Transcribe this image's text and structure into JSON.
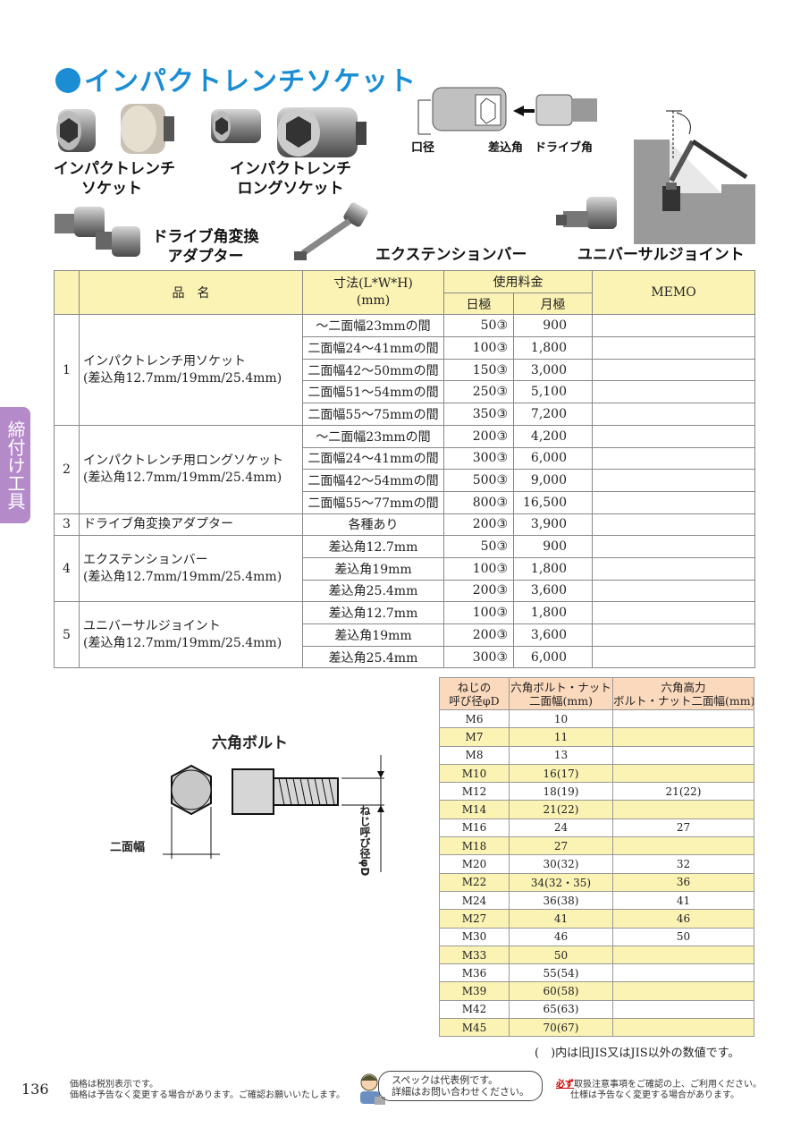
{
  "title": "インパクトレンチソケット",
  "captions": {
    "socket": [
      "インパクトレンチ",
      "ソケット"
    ],
    "long_socket": [
      "インパクトレンチ",
      "ロングソケット"
    ],
    "adapter": [
      "ドライブ角変換",
      "アダプター"
    ],
    "extension": "エクステンションバー",
    "universal": "ユニバーサルジョイント",
    "diagram_mouth": "口径",
    "diagram_insert": "差込角",
    "diagram_drive": "ドライブ角"
  },
  "side_tab": "締付け工具",
  "main_table": {
    "headers": {
      "name": "品　名",
      "dim": "寸法(L*W*H)",
      "dim_unit": "(mm)",
      "fee": "使用料金",
      "daily": "日極",
      "monthly": "月極",
      "memo": "MEMO"
    },
    "groups": [
      {
        "no": "1",
        "name": [
          "インパクトレンチ用ソケット",
          "(差込角12.7mm/19mm/25.4mm)"
        ],
        "rows": [
          {
            "dim": "～二面幅23mmの間",
            "daily": "50③",
            "monthly": "900"
          },
          {
            "dim": "二面幅24～41mmの間",
            "daily": "100③",
            "monthly": "1,800"
          },
          {
            "dim": "二面幅42～50mmの間",
            "daily": "150③",
            "monthly": "3,000"
          },
          {
            "dim": "二面幅51～54mmの間",
            "daily": "250③",
            "monthly": "5,100"
          },
          {
            "dim": "二面幅55～75mmの間",
            "daily": "350③",
            "monthly": "7,200"
          }
        ]
      },
      {
        "no": "2",
        "name": [
          "インパクトレンチ用ロングソケット",
          "(差込角12.7mm/19mm/25.4mm)"
        ],
        "rows": [
          {
            "dim": "～二面幅23mmの間",
            "daily": "200③",
            "monthly": "4,200"
          },
          {
            "dim": "二面幅24～41mmの間",
            "daily": "300③",
            "monthly": "6,000"
          },
          {
            "dim": "二面幅42～54mmの間",
            "daily": "500③",
            "monthly": "9,000"
          },
          {
            "dim": "二面幅55～77mmの間",
            "daily": "800③",
            "monthly": "16,500"
          }
        ]
      },
      {
        "no": "3",
        "name": [
          "ドライブ角変換アダプター"
        ],
        "rows": [
          {
            "dim": "各種あり",
            "daily": "200③",
            "monthly": "3,900"
          }
        ]
      },
      {
        "no": "4",
        "name": [
          "エクステンションバー",
          "(差込角12.7mm/19mm/25.4mm)"
        ],
        "rows": [
          {
            "dim": "差込角12.7mm",
            "daily": "50③",
            "monthly": "900"
          },
          {
            "dim": "差込角19mm",
            "daily": "100③",
            "monthly": "1,800"
          },
          {
            "dim": "差込角25.4mm",
            "daily": "200③",
            "monthly": "3,600"
          }
        ]
      },
      {
        "no": "5",
        "name": [
          "ユニバーサルジョイント",
          "(差込角12.7mm/19mm/25.4mm)"
        ],
        "rows": [
          {
            "dim": "差込角12.7mm",
            "daily": "100③",
            "monthly": "1,800"
          },
          {
            "dim": "差込角19mm",
            "daily": "200③",
            "monthly": "3,600"
          },
          {
            "dim": "差込角25.4mm",
            "daily": "300③",
            "monthly": "6,000"
          }
        ]
      }
    ]
  },
  "bolt_table": {
    "headers": [
      [
        "ねじの",
        "呼び径φD"
      ],
      [
        "六角ボルト・ナット",
        "二面幅(mm)"
      ],
      [
        "六角高力",
        "ボルト・ナット二面幅(mm)"
      ]
    ],
    "rows": [
      [
        "M6",
        "10",
        ""
      ],
      [
        "M7",
        "11",
        ""
      ],
      [
        "M8",
        "13",
        ""
      ],
      [
        "M10",
        "16(17)",
        ""
      ],
      [
        "M12",
        "18(19)",
        "21(22)"
      ],
      [
        "M14",
        "21(22)",
        ""
      ],
      [
        "M16",
        "24",
        "27"
      ],
      [
        "M18",
        "27",
        ""
      ],
      [
        "M20",
        "30(32)",
        "32"
      ],
      [
        "M22",
        "34(32・35)",
        "36"
      ],
      [
        "M24",
        "36(38)",
        "41"
      ],
      [
        "M27",
        "41",
        "46"
      ],
      [
        "M30",
        "46",
        "50"
      ],
      [
        "M33",
        "50",
        ""
      ],
      [
        "M36",
        "55(54)",
        ""
      ],
      [
        "M39",
        "60(58)",
        ""
      ],
      [
        "M42",
        "65(63)",
        ""
      ],
      [
        "M45",
        "70(67)",
        ""
      ]
    ],
    "note": "(　)内は旧JIS又はJIS以外の数値です。"
  },
  "bolt_diagram": {
    "title": "六角ボルト",
    "width_label": "二面幅",
    "dia_label": "ねじ呼び径φD"
  },
  "footer": {
    "page": "136",
    "left": [
      "価格は税別表示です。",
      "価格は予告なく変更する場合があります。ご確認お願いいたします。"
    ],
    "bubble": [
      "スペックは代表例です。",
      "詳細はお問い合わせください。"
    ],
    "right_em": "必ず",
    "right": [
      "取扱注意事項をご確認の上、ご利用ください。",
      "仕様は予告なく変更する場合があります。"
    ]
  },
  "colors": {
    "title": "#1b8ed3",
    "tab": "#b48ac9",
    "header": "#fbf3b4",
    "bolt_header": "#fbd9bd",
    "row_highlight": "#fbf3b4"
  }
}
